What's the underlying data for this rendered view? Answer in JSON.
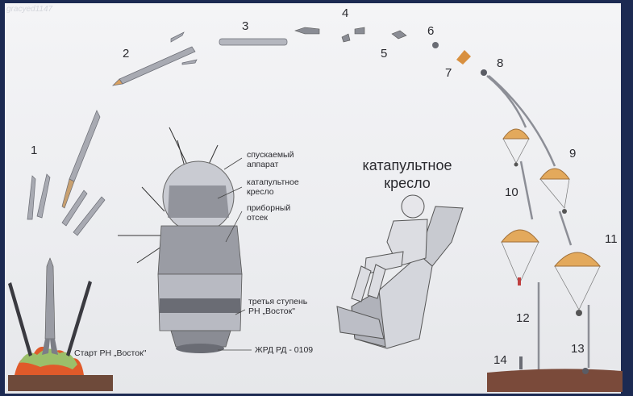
{
  "watermark": "gracyed1147",
  "steps": [
    "1",
    "2",
    "3",
    "4",
    "5",
    "6",
    "7",
    "8",
    "9",
    "10",
    "11",
    "12",
    "13",
    "14"
  ],
  "labels": {
    "descent_module": "спускаемый\nаппарат",
    "ejection_seat_small": "катапультное\nкресло",
    "instrument_module": "приборный\nотсек",
    "third_stage": "третья ступень\nРН „Восток\"",
    "engine": "ЖРД РД - 0109",
    "launch": "Старт РН „Восток\"",
    "ejection_seat_title": "катапультное\nкресло"
  },
  "colors": {
    "parachute": "#e3a95c",
    "ground": "#7a4a3a",
    "fire": "#e05a2a",
    "smoke": "#9bbf6a",
    "line": "#8c8e96"
  }
}
